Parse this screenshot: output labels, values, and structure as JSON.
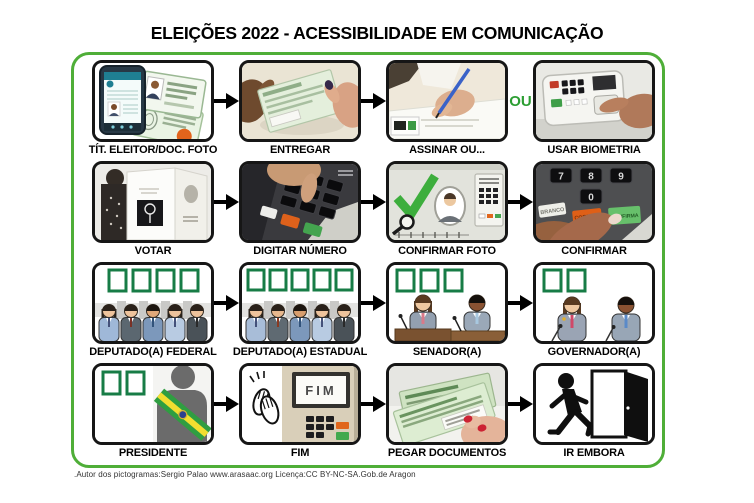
{
  "title": "ELEIÇÕES 2022 - ACESSIBILIDADE EM COMUNICAÇÃO",
  "footer": ".Autor dos pictogramas:Sergio Palao www.arasaac.org Licença:CC BY-NC-SA.Gob.de  Aragon",
  "colors": {
    "border_green": "#4fae38",
    "ou_green": "#2c9e33",
    "digit_box_green": "#177c46",
    "arrow_black": "#000000"
  },
  "connector_ou_label": "OU",
  "rows": [
    {
      "cells": [
        {
          "label": "TÍT. ELEITOR/DOC. FOTO",
          "icon": "voter-id-documents"
        },
        {
          "label": "ENTREGAR",
          "icon": "hand-over-document"
        },
        {
          "label": "ASSINAR OU...",
          "icon": "sign-signature"
        },
        {
          "label": "USAR BIOMETRIA",
          "icon": "biometric-terminal"
        }
      ],
      "connectors": [
        "arrow",
        "arrow",
        "ou"
      ]
    },
    {
      "cells": [
        {
          "label": "VOTAR",
          "icon": "voting-booth"
        },
        {
          "label": "DIGITAR NÚMERO",
          "icon": "keypad-typing"
        },
        {
          "label": "CONFIRMAR FOTO",
          "icon": "confirm-photo-screen"
        },
        {
          "label": "CONFIRMAR",
          "icon": "confirm-key-press"
        }
      ],
      "connectors": [
        "arrow",
        "arrow",
        "arrow"
      ]
    },
    {
      "cells": [
        {
          "label": "DEPUTADO(A) FEDERAL",
          "icon": "federal-deputies",
          "digit_boxes": 4
        },
        {
          "label": "DEPUTADO(A) ESTADUAL",
          "icon": "state-deputies",
          "digit_boxes": 5
        },
        {
          "label": "SENADOR(A)",
          "icon": "senators",
          "digit_boxes": 3
        },
        {
          "label": "GOVERNADOR(A)",
          "icon": "governors",
          "digit_boxes": 2
        }
      ],
      "connectors": [
        "arrow",
        "arrow",
        "arrow"
      ]
    },
    {
      "cells": [
        {
          "label": "PRESIDENTE",
          "icon": "president-sash",
          "digit_boxes": 2
        },
        {
          "label": "FIM",
          "icon": "end-screen-clap"
        },
        {
          "label": "PEGAR DOCUMENTOS",
          "icon": "take-documents"
        },
        {
          "label": "IR EMBORA",
          "icon": "exit-door"
        }
      ],
      "connectors": [
        "arrow",
        "arrow",
        "arrow"
      ]
    }
  ],
  "pictogram_text": {
    "fim_screen": "FIM",
    "keys": {
      "digits": [
        "7",
        "8",
        "9",
        "0"
      ],
      "branco": "BRANCO",
      "corrige": "CORRIGE",
      "confirma": "CONFIRMA"
    }
  }
}
